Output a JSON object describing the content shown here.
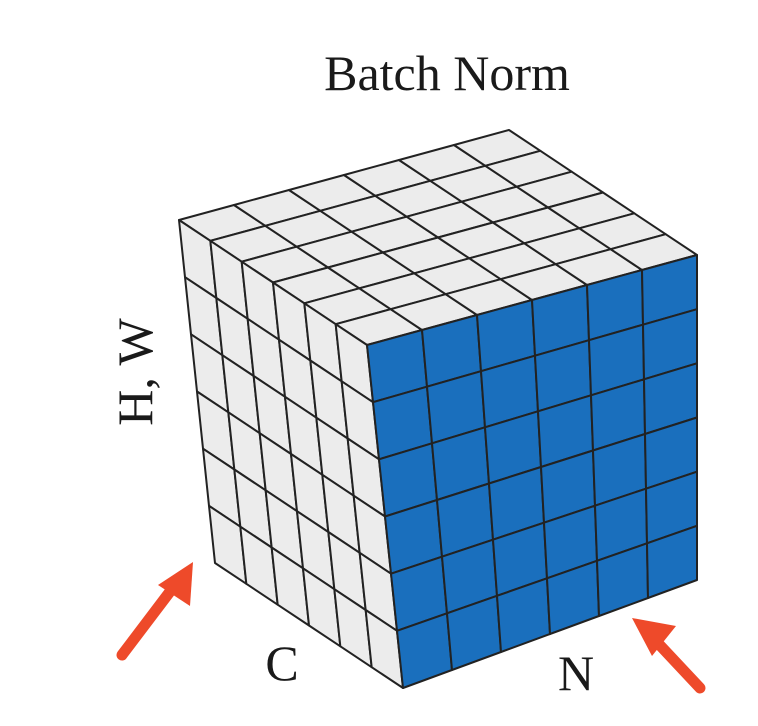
{
  "title": "Batch Norm",
  "axes": {
    "height_width": "H, W",
    "channels": "C",
    "batch": "N"
  },
  "colors": {
    "highlight": "#1a6fbd",
    "cell": "#ececec",
    "grid_line": "#222222",
    "arrow": "#ee4a2a",
    "text": "#1a1a1a"
  },
  "icons": [
    "arrow-up-right-icon",
    "arrow-up-left-icon"
  ]
}
